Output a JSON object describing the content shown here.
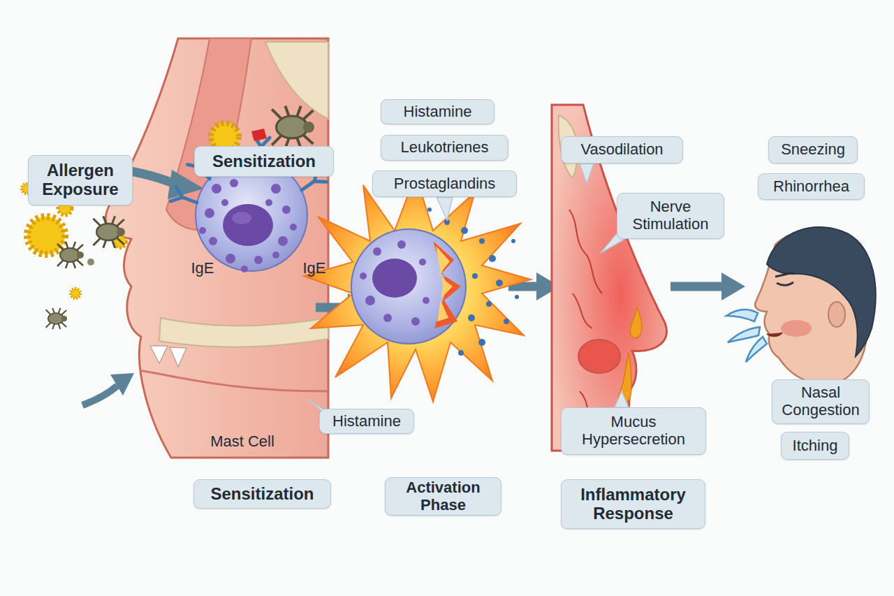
{
  "diagram": {
    "nodes": [
      {
        "text": [
          "Allergen Exposure"
        ]
      },
      {
        "text": [
          "Sensitization"
        ]
      },
      {
        "text": [
          "Histamine"
        ]
      },
      {
        "text": [
          "Leukotrienes"
        ]
      },
      {
        "text": [
          "Prostaglandins"
        ]
      },
      {
        "text": [
          "Histamine"
        ]
      },
      {
        "text": [
          "Vasodilation"
        ]
      },
      {
        "text": [
          "Nerve Stimulation"
        ]
      },
      {
        "text": [
          "Mucus Hypersecretion"
        ]
      },
      {
        "text": [
          "Sneezing"
        ]
      },
      {
        "text": [
          "Rhinorrhea"
        ]
      },
      {
        "text": [
          "Nasal Congestion"
        ]
      },
      {
        "text": [
          "Itching"
        ]
      },
      {
        "text": [
          "Sensitization"
        ]
      },
      {
        "text": [
          "Activation Phase"
        ]
      },
      {
        "text": [
          "Inflammatory Response"
        ]
      }
    ],
    "labels": [
      "IgE",
      "IgE",
      "Mast Cell"
    ]
  }
}
